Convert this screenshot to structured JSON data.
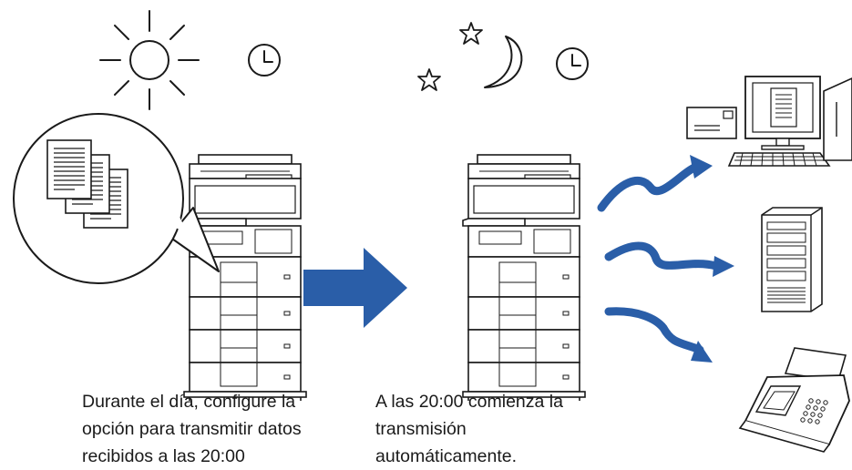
{
  "captions": {
    "day": {
      "line1": "Durante el día, configure la",
      "line2": "opción para transmitir datos",
      "line3": "recibidos a las 20:00"
    },
    "night": {
      "line1": "A las 20:00 comienza la",
      "line2": "transmisión",
      "line3": "automáticamente."
    }
  },
  "icons": [
    "sun-icon",
    "clock-icon",
    "star-icon",
    "moon-icon",
    "documents-icon",
    "printer-icon",
    "arrow-right-icon",
    "computer-icon",
    "server-icon",
    "fax-icon",
    "envelope-icon"
  ],
  "colors": {
    "arrow": "#2a5ea8",
    "line": "#1a1a1a",
    "background": "#ffffff"
  }
}
